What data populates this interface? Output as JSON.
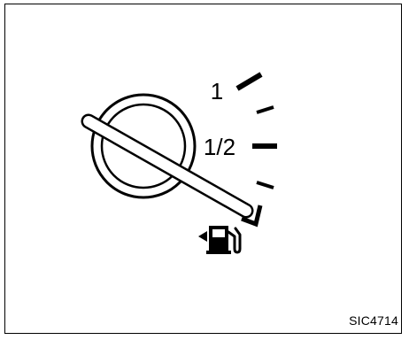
{
  "gauge": {
    "label_full": "1",
    "label_half": "1/2",
    "fuel_icon": "fuel-pump-icon",
    "fuel_door_side_indicator": "left-arrow-icon"
  },
  "figure_code": "SIC4714"
}
